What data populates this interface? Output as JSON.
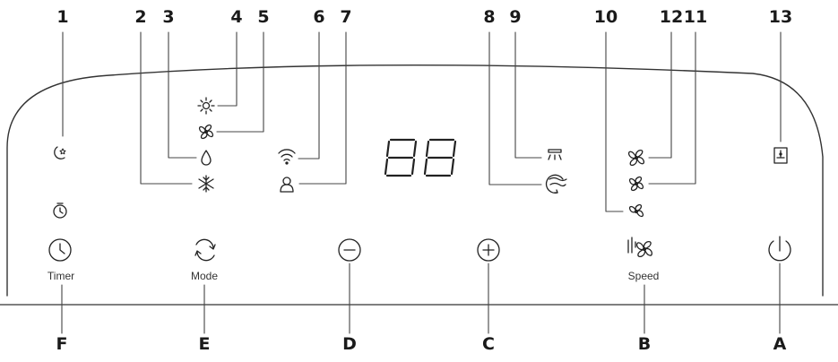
{
  "callout_numbers": [
    "1",
    "2",
    "3",
    "4",
    "5",
    "6",
    "7",
    "8",
    "9",
    "10",
    "12",
    "11",
    "13"
  ],
  "button_letters": [
    "F",
    "E",
    "D",
    "C",
    "B",
    "A"
  ],
  "button_labels": {
    "timer": "Timer",
    "mode": "Mode",
    "speed": "Speed"
  },
  "display_digits": "88",
  "colors": {
    "line": "#222222",
    "panel_border": "#333333",
    "background": "#ffffff"
  },
  "icons": [
    "sleep-icon",
    "timer-indicator-icon",
    "cool-snowflake-icon",
    "dry-drop-icon",
    "heat-sun-icon",
    "fan-mode-icon",
    "wifi-icon",
    "child-lock-icon",
    "swing-icon",
    "louver-icon",
    "fan-low-icon",
    "fan-medium-icon",
    "fan-high-icon",
    "water-tank-full-icon",
    "timer-button-icon",
    "mode-button-icon",
    "minus-button-icon",
    "plus-button-icon",
    "speed-button-icon",
    "power-button-icon"
  ]
}
